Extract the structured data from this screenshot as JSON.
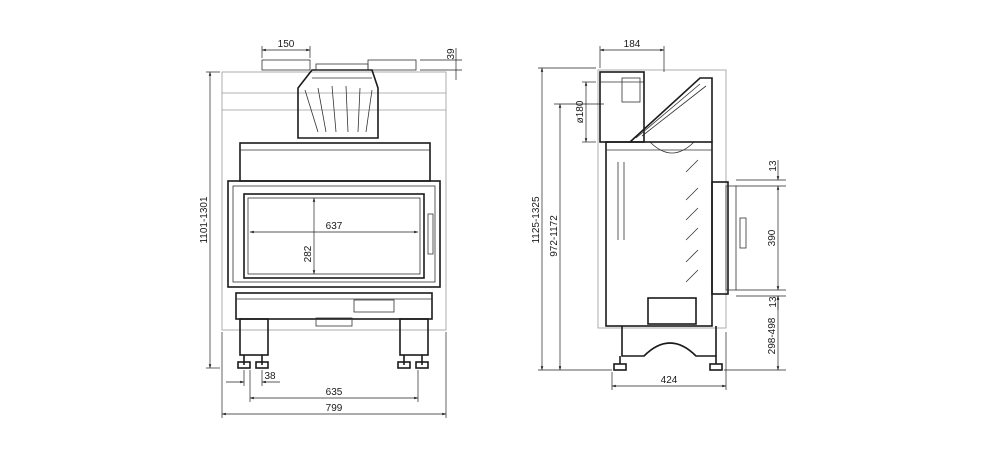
{
  "front_view": {
    "dims": {
      "top_offset": "150",
      "top_right": "39",
      "height_range": "1101-1301",
      "glass_width": "637",
      "glass_height": "282",
      "leg_inset": "38",
      "base_width": "635",
      "total_width": "799"
    }
  },
  "side_view": {
    "dims": {
      "flue_offset": "184",
      "flue_diameter": "ø180",
      "total_height_range": "1125-1325",
      "mid_height_range": "972-1172",
      "door_top": "13",
      "door_height": "390",
      "door_bottom": "13",
      "floor_range": "298-498",
      "depth": "424"
    }
  },
  "colors": {
    "line": "#1a1a1a",
    "grey": "#9a9a9a",
    "background": "#ffffff"
  }
}
